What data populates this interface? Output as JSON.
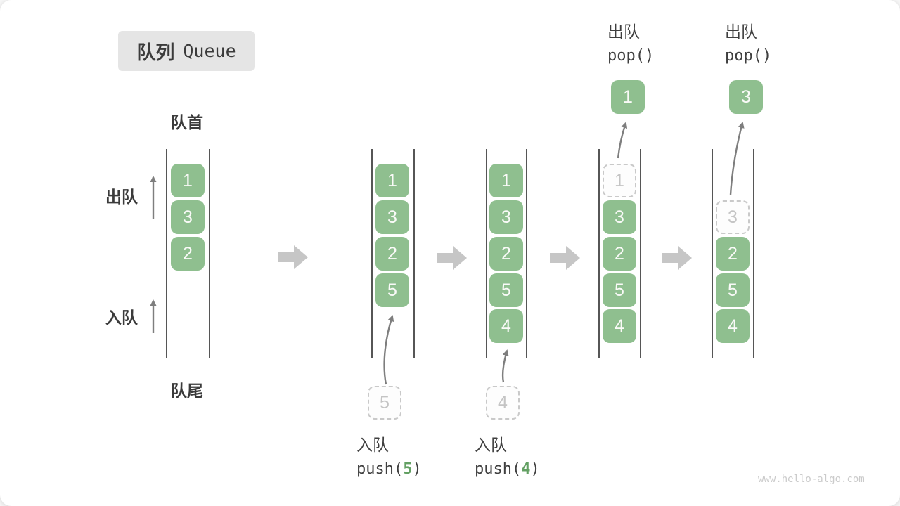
{
  "title": {
    "zh": "队列",
    "en": "Queue"
  },
  "labels": {
    "front": "队首",
    "rear": "队尾",
    "dequeue_side": "出队",
    "enqueue_side": "入队"
  },
  "operations": {
    "pop1": {
      "name": "出队",
      "code": "pop()"
    },
    "pop2": {
      "name": "出队",
      "code": "pop()"
    },
    "push1": {
      "name": "入队",
      "code_pre": "push(",
      "arg": "5",
      "code_post": ")"
    },
    "push2": {
      "name": "入队",
      "code_pre": "push(",
      "arg": "4",
      "code_post": ")"
    }
  },
  "stages": [
    {
      "cells": [
        {
          "value": "1"
        },
        {
          "value": "3"
        },
        {
          "value": "2"
        }
      ]
    },
    {
      "cells": [
        {
          "value": "1"
        },
        {
          "value": "3"
        },
        {
          "value": "2"
        },
        {
          "value": "5"
        }
      ]
    },
    {
      "cells": [
        {
          "value": "1"
        },
        {
          "value": "3"
        },
        {
          "value": "2"
        },
        {
          "value": "5"
        },
        {
          "value": "4"
        }
      ]
    },
    {
      "cells": [
        {
          "value": "1",
          "state": "dashed"
        },
        {
          "value": "3"
        },
        {
          "value": "2"
        },
        {
          "value": "5"
        },
        {
          "value": "4"
        }
      ]
    },
    {
      "cells": [
        {
          "value": "3",
          "state": "dashed"
        },
        {
          "value": "2"
        },
        {
          "value": "5"
        },
        {
          "value": "4"
        }
      ]
    }
  ],
  "popped": {
    "first": "1",
    "second": "3"
  },
  "staged": {
    "push_value_5": "5",
    "push_value_4": "4"
  },
  "watermark": "www.hello-algo.com",
  "colors": {
    "cell_green": "#8FBF8F",
    "code_arg_green": "#63A063",
    "block_arrow_gray": "#C6C6C6",
    "thin_arrow_gray": "#7E7E7E",
    "text_dark": "#3B3B3B",
    "dashed_border_gray": "#C9C9C9",
    "title_bg": "#E5E5E5",
    "watermark_gray": "#CBCBCB"
  }
}
